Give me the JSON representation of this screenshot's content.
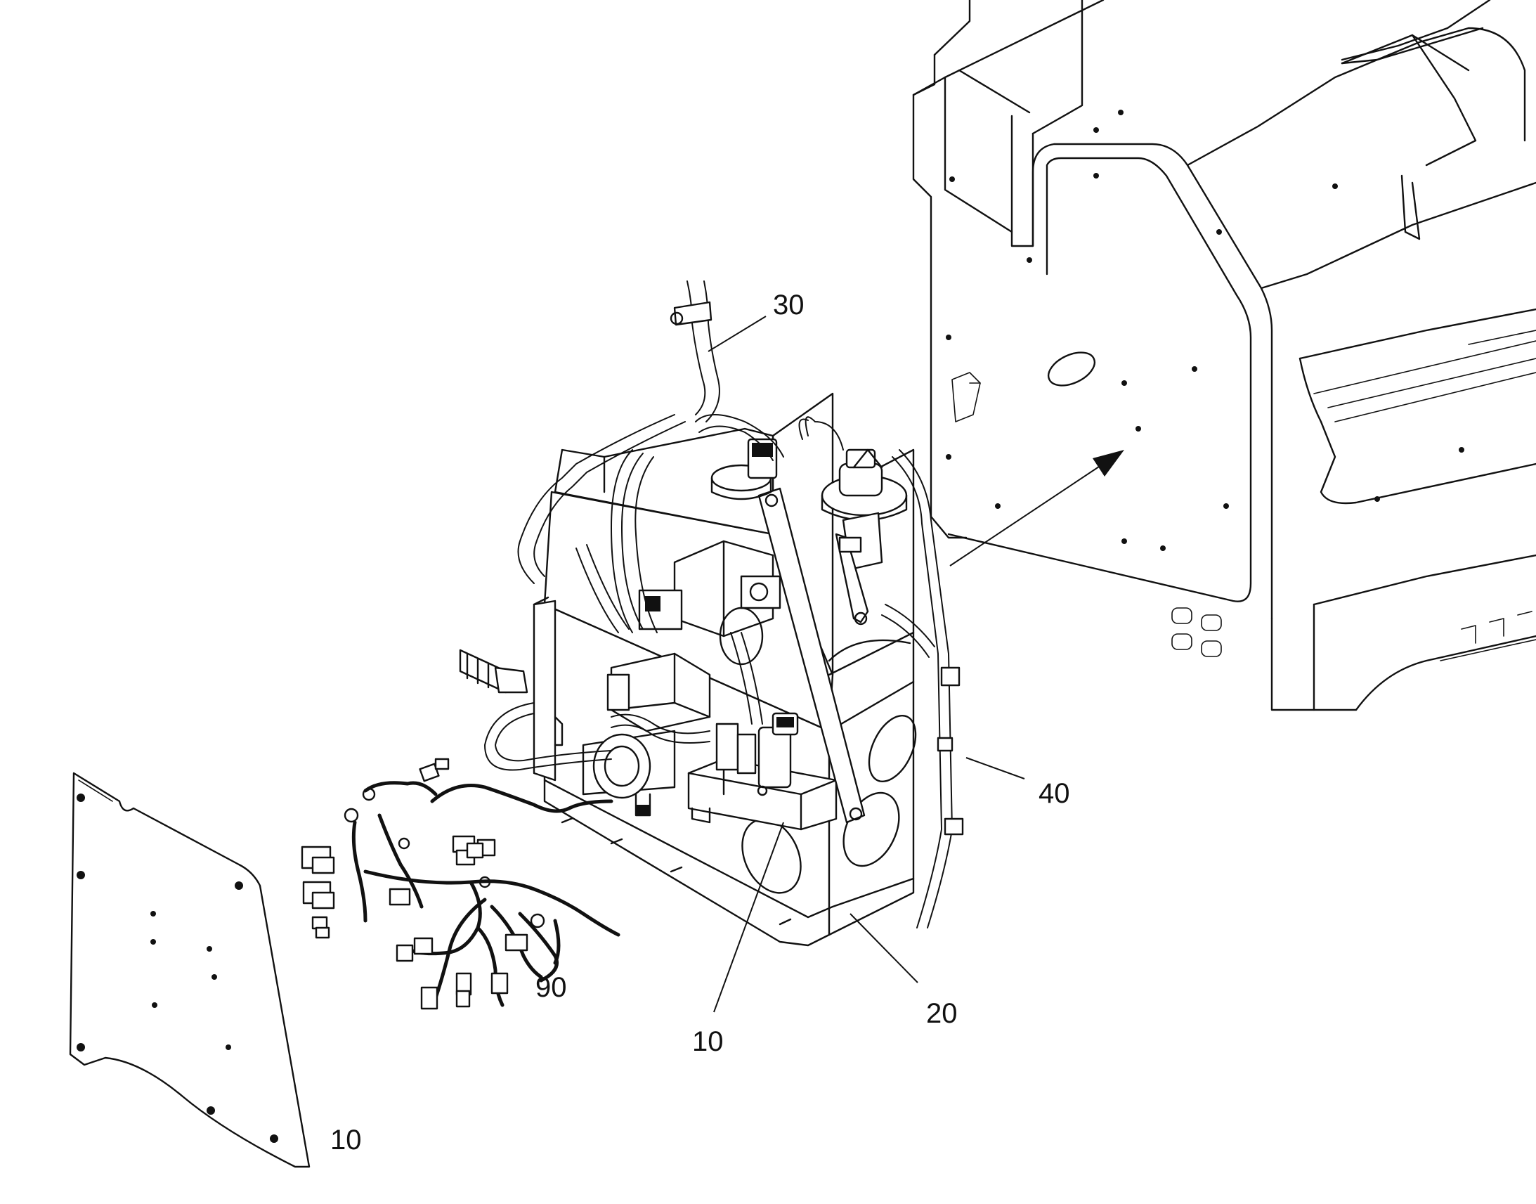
{
  "callouts": {
    "c30": "30",
    "c40": "40",
    "c90": "90",
    "c10_unit": "10",
    "c20": "20",
    "c10_panel": "10"
  }
}
